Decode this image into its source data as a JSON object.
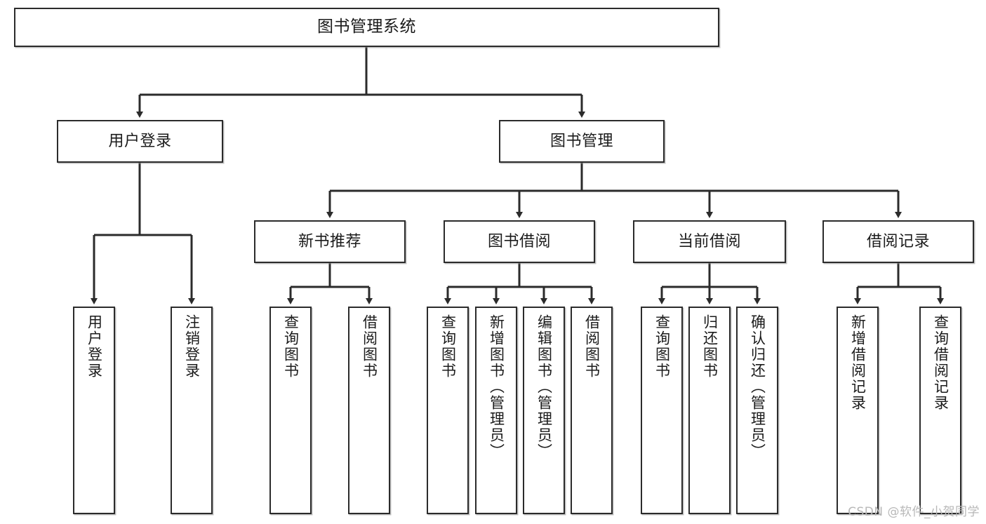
{
  "diagram": {
    "title": "图书管理系统",
    "type": "tree-hierarchy",
    "watermark": "CSDN @软件_小贺同学",
    "colors": {
      "stroke": "#2b2b2b",
      "fill": "#ffffff",
      "text": "#1b1b1b",
      "watermark": "#b8b8b8"
    },
    "nodes": {
      "root": {
        "label": "图书管理系统"
      },
      "level2": [
        {
          "id": "user-login",
          "label": "用户登录"
        },
        {
          "id": "book-manage",
          "label": "图书管理"
        }
      ],
      "level3": [
        {
          "id": "new-book-recommend",
          "label": "新书推荐"
        },
        {
          "id": "book-borrow",
          "label": "图书借阅"
        },
        {
          "id": "current-borrow",
          "label": "当前借阅"
        },
        {
          "id": "borrow-record",
          "label": "借阅记录"
        }
      ],
      "leaves": {
        "user-login": [
          {
            "id": "leaf-user-login",
            "label": "用户登录"
          },
          {
            "id": "leaf-logout-login",
            "label": "注销登录"
          }
        ],
        "new-book-recommend": [
          {
            "id": "leaf-query-book-1",
            "label": "查询图书"
          },
          {
            "id": "leaf-borrow-book-1",
            "label": "借阅图书"
          }
        ],
        "book-borrow": [
          {
            "id": "leaf-query-book-2",
            "label": "查询图书"
          },
          {
            "id": "leaf-add-book",
            "label": "新增图书（管理员）"
          },
          {
            "id": "leaf-edit-book",
            "label": "编辑图书（管理员）"
          },
          {
            "id": "leaf-borrow-book-2",
            "label": "借阅图书"
          }
        ],
        "current-borrow": [
          {
            "id": "leaf-query-book-3",
            "label": "查询图书"
          },
          {
            "id": "leaf-return-book",
            "label": "归还图书"
          },
          {
            "id": "leaf-confirm-return",
            "label": "确认归还（管理员）"
          }
        ],
        "borrow-record": [
          {
            "id": "leaf-add-record",
            "label": "新增借阅记录"
          },
          {
            "id": "leaf-query-record",
            "label": "查询借阅记录"
          }
        ]
      }
    }
  }
}
